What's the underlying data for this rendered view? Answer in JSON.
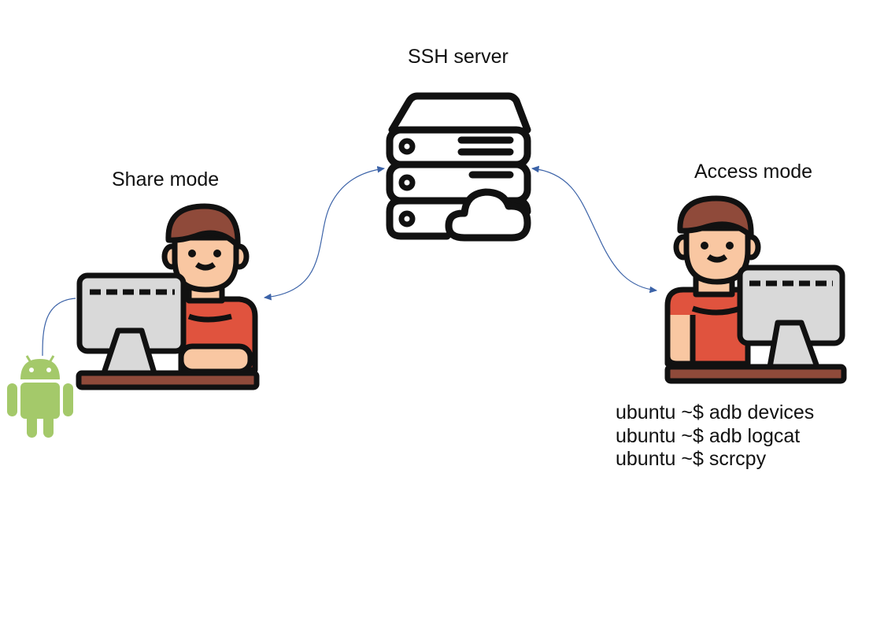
{
  "labels": {
    "server": "SSH server",
    "share": "Share mode",
    "access": "Access mode"
  },
  "commands": [
    "ubuntu ~$ adb devices",
    "ubuntu ~$ adb logcat",
    "ubuntu ~$ scrcpy"
  ],
  "icons": {
    "server": "server-cloud-icon",
    "share_user": "person-at-computer-icon",
    "access_user": "person-at-computer-icon",
    "phone": "android-robot-icon"
  },
  "colors": {
    "connector": "#3c63a8",
    "android": "#a4c96a",
    "shirt": "#e0533e",
    "skin": "#f9c7a2",
    "hair": "#8f4a3a",
    "monitor": "#d9d9d9",
    "desk": "#8f4a3a",
    "outline": "#111111"
  }
}
